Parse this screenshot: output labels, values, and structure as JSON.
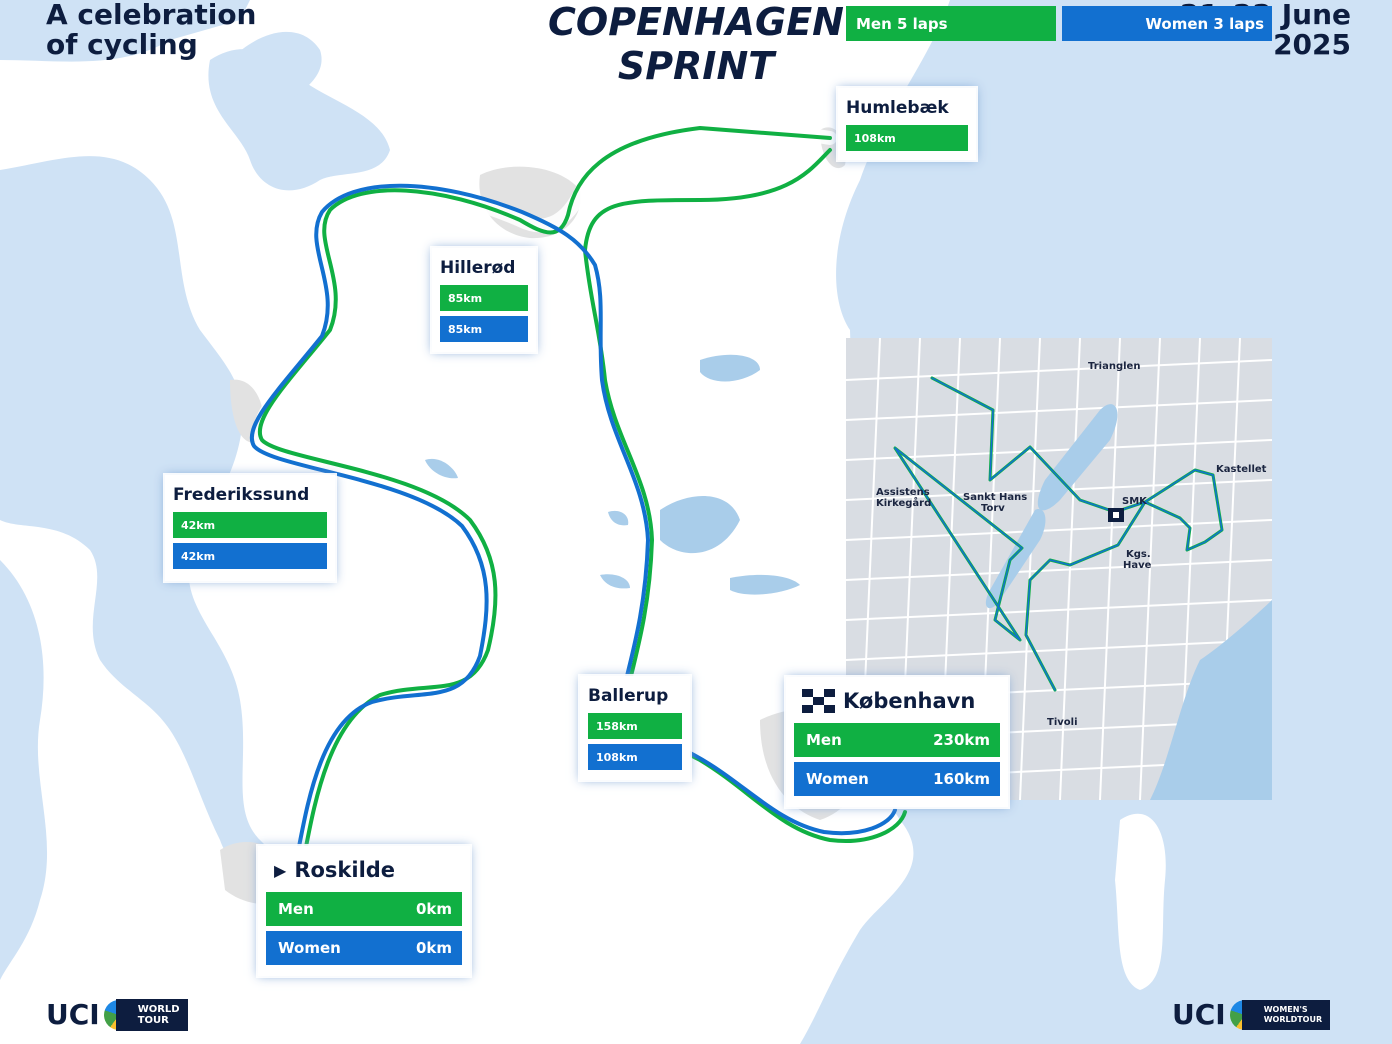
{
  "header": {
    "tagline_line1": "A celebration",
    "tagline_line2": "of cycling",
    "title_line1": "COPENHAGEN",
    "title_line2": "SPRINT",
    "date_line1": "21–22 June",
    "date_line2": "2025"
  },
  "colors": {
    "men": "#10b043",
    "women": "#1270d0",
    "water": "#cfe2f5",
    "land": "#ffffff",
    "town": "#e2e2e2",
    "text": "#0d1d3f"
  },
  "stops": {
    "humlebaek": {
      "name": "Humlebæk",
      "men": "108km"
    },
    "hillerod": {
      "name": "Hillerød",
      "men": "85km",
      "women": "85km"
    },
    "frederikssund": {
      "name": "Frederikssund",
      "men": "42km",
      "women": "42km"
    },
    "ballerup": {
      "name": "Ballerup",
      "men": "158km",
      "women": "108km"
    },
    "roskilde": {
      "name": "Roskilde",
      "men_label": "Men",
      "men": "0km",
      "women_label": "Women",
      "women": "0km",
      "icon": "start-triangle-icon"
    },
    "kobenhavn": {
      "name": "København",
      "men_label": "Men",
      "men": "230km",
      "women_label": "Women",
      "women": "160km",
      "icon": "checkered-flag-icon"
    }
  },
  "inset": {
    "men_laps": "Men 5 laps",
    "women_laps": "Women 3 laps",
    "labels": {
      "trianglen": "Trianglen",
      "kastellet": "Kastellet",
      "assistens_1": "Assistens",
      "assistens_2": "Kirkegård",
      "sankt_hans_1": "Sankt Hans",
      "sankt_hans_2": "Torv",
      "smk": "SMK",
      "kgs_1": "Kgs.",
      "kgs_2": "Have",
      "tivoli": "Tivoli"
    }
  },
  "logos": {
    "left": {
      "uci": "UCI",
      "line1": "WORLD",
      "line2": "TOUR"
    },
    "right": {
      "uci": "UCI",
      "line1": "WOMEN'S",
      "line2": "WORLDTOUR"
    }
  }
}
